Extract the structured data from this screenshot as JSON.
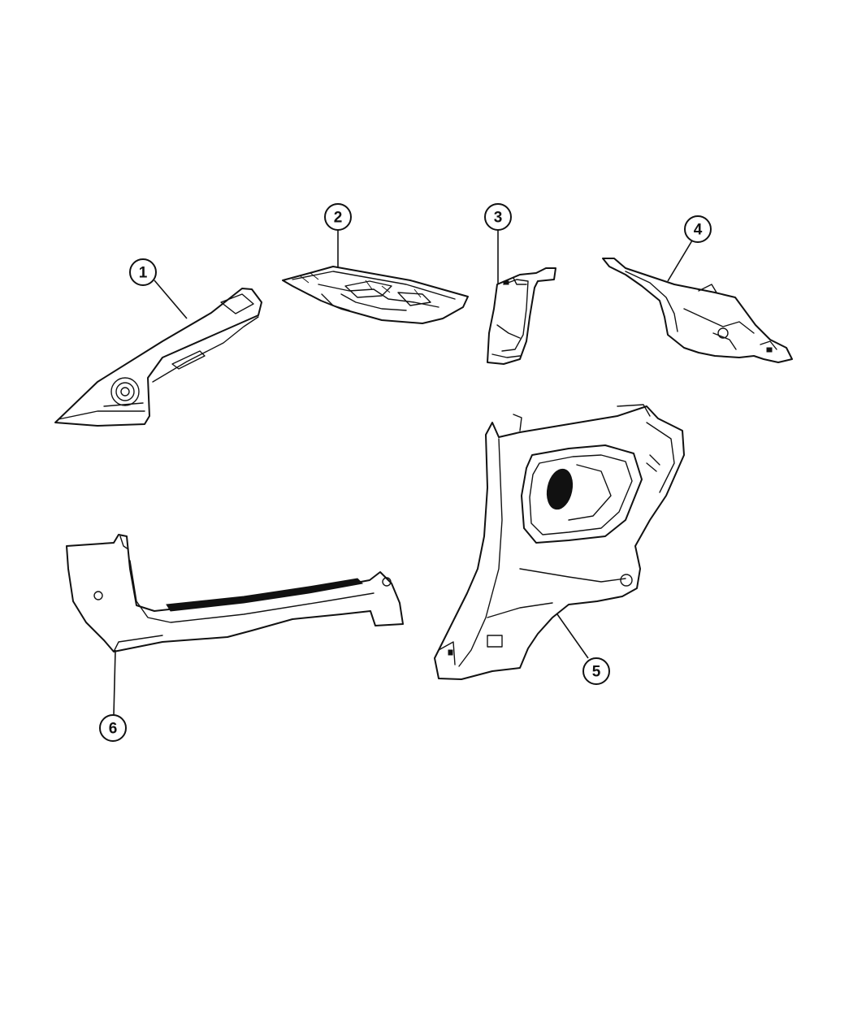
{
  "callouts": [
    {
      "id": 1,
      "label": "1"
    },
    {
      "id": 2,
      "label": "2"
    },
    {
      "id": 3,
      "label": "3"
    },
    {
      "id": 4,
      "label": "4"
    },
    {
      "id": 5,
      "label": "5"
    },
    {
      "id": 6,
      "label": "6"
    }
  ],
  "colors": {
    "line": "#111111",
    "background": "#ffffff"
  }
}
